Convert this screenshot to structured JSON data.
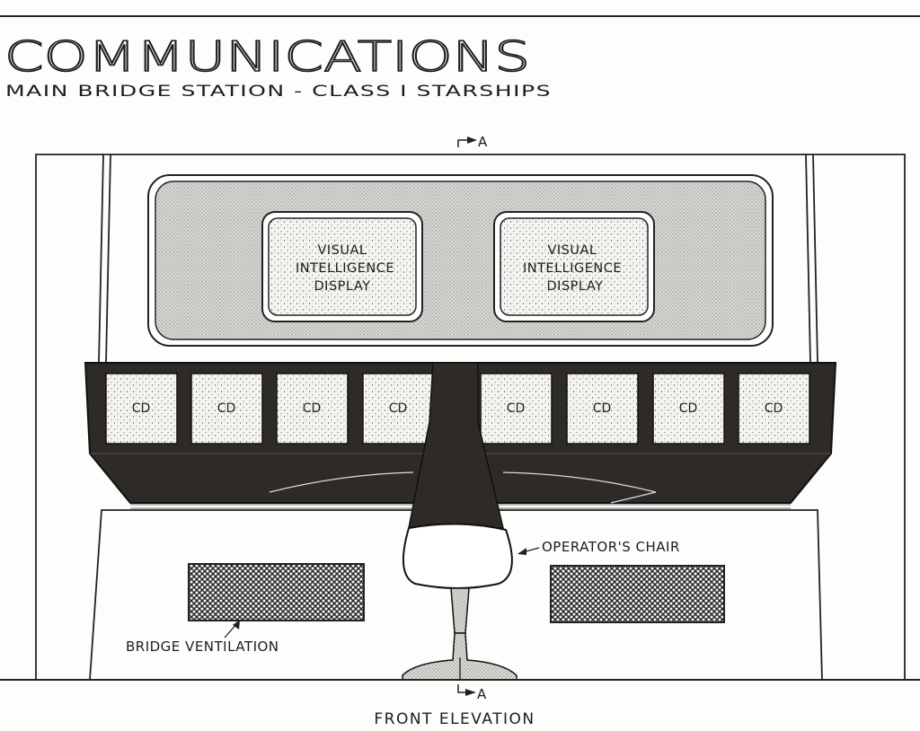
{
  "header": {
    "title": "COMMUNICATIONS",
    "subtitle": "MAIN BRIDGE STATION - CLASS I STARSHIPS"
  },
  "drawing": {
    "section_marker_top": "A",
    "section_marker_bottom": "A",
    "displays": [
      {
        "lines": [
          "VISUAL",
          "INTELLIGENCE",
          "DISPLAY"
        ]
      },
      {
        "lines": [
          "VISUAL",
          "INTELLIGENCE",
          "DISPLAY"
        ]
      }
    ],
    "control_displays": [
      "CD",
      "CD",
      "CD",
      "CD",
      "CD",
      "CD",
      "CD",
      "CD"
    ],
    "callouts": {
      "chair": "OPERATOR'S CHAIR",
      "ventilation": "BRIDGE VENTILATION"
    },
    "caption": "FRONT ELEVATION"
  },
  "colors": {
    "ink": "#1c1c1c",
    "console": "#2e2a27",
    "paper": "#fdfdfb",
    "stipple": "#e6e6e2"
  }
}
